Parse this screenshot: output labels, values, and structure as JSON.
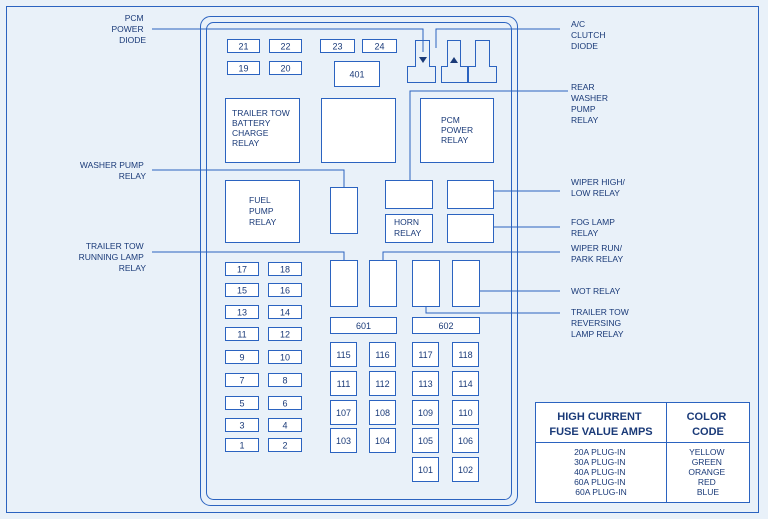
{
  "outer_labels": {
    "pcm_power_diode": [
      "PCM",
      "POWER",
      "DIODE"
    ],
    "ac_clutch_diode": [
      "A/C",
      "CLUTCH",
      "DIODE"
    ],
    "rear_washer_pump_relay": [
      "REAR",
      "WASHER",
      "PUMP",
      "RELAY"
    ],
    "washer_pump_relay": [
      "WASHER PUMP",
      "RELAY"
    ],
    "wiper_high_low_relay": [
      "WIPER HIGH/",
      "LOW RELAY"
    ],
    "fog_lamp_relay": [
      "FOG LAMP",
      "RELAY"
    ],
    "trailer_tow_running_lamp_relay": [
      "TRAILER TOW",
      "RUNNING LAMP",
      "RELAY"
    ],
    "wiper_run_park_relay": [
      "WIPER RUN/",
      "PARK RELAY"
    ],
    "wot_relay": [
      "WOT RELAY"
    ],
    "trailer_tow_reversing_lamp_relay": [
      "TRAILER TOW",
      "REVERSING",
      "LAMP RELAY"
    ]
  },
  "inner_labels": {
    "trailer_tow_battery_charge_relay": [
      "TRAILER TOW",
      "BATTERY",
      "CHARGE",
      "RELAY"
    ],
    "pcm_power_relay": [
      "PCM",
      "POWER",
      "RELAY"
    ],
    "fuel_pump_relay": [
      "FUEL",
      "PUMP",
      "RELAY"
    ],
    "horn_relay": [
      "HORN",
      "RELAY"
    ]
  },
  "fuses": {
    "top": [
      "21",
      "22",
      "23",
      "24",
      "19",
      "20",
      "401"
    ],
    "left_left": [
      "17",
      "15",
      "13",
      "11",
      "9",
      "7",
      "5",
      "3",
      "1"
    ],
    "left_right": [
      "18",
      "16",
      "14",
      "12",
      "10",
      "8",
      "6",
      "4",
      "2"
    ],
    "maxi_bars": [
      "601",
      "602"
    ],
    "col_a": [
      "115",
      "111",
      "107",
      "103"
    ],
    "col_b": [
      "116",
      "112",
      "108",
      "104"
    ],
    "col_c": [
      "117",
      "113",
      "109",
      "105",
      "101"
    ],
    "col_d": [
      "118",
      "114",
      "110",
      "106",
      "102"
    ]
  },
  "legend": {
    "header_left": [
      "HIGH CURRENT",
      "FUSE VALUE AMPS"
    ],
    "header_right": [
      "COLOR",
      "CODE"
    ],
    "amps": [
      "20A PLUG-IN",
      "30A PLUG-IN",
      "40A PLUG-IN",
      "60A PLUG-IN",
      "60A PLUG-IN"
    ],
    "colors": [
      "YELLOW",
      "GREEN",
      "ORANGE",
      "RED",
      "BLUE"
    ]
  }
}
